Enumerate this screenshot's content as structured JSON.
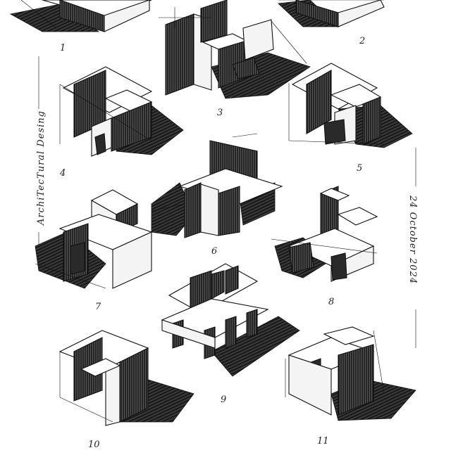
{
  "side_labels": {
    "left": "ArchiTecTural Desing",
    "right": "24 October 2024"
  },
  "figures": [
    {
      "label": "1"
    },
    {
      "label": "2"
    },
    {
      "label": "3"
    },
    {
      "label": "4"
    },
    {
      "label": "5"
    },
    {
      "label": "6"
    },
    {
      "label": "7"
    },
    {
      "label": "8"
    },
    {
      "label": "9"
    },
    {
      "label": "10"
    },
    {
      "label": "11"
    }
  ]
}
